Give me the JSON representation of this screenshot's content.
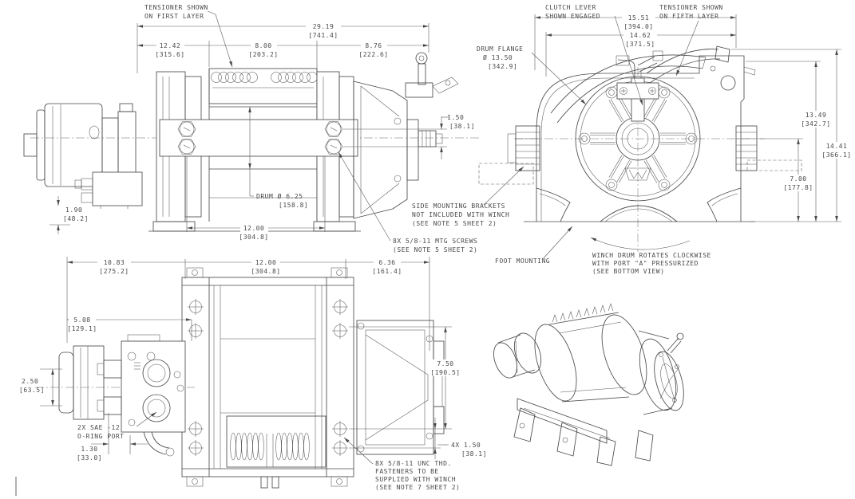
{
  "colors": {
    "line": "#4a4a4a",
    "background": "#ffffff"
  },
  "views": {
    "side": {
      "dims": {
        "overall": {
          "in": "29.19",
          "mm": "[741.4]"
        },
        "left_section": {
          "in": "12.42",
          "mm": "[315.6]"
        },
        "drum_section": {
          "in": "8.00",
          "mm": "[203.2]"
        },
        "right_section": {
          "in": "8.76",
          "mm": "[222.6]"
        },
        "screw_offset": {
          "in": "1.50",
          "mm": "[38.1]"
        },
        "drum_dia": {
          "label": "DRUM Ø 6.25",
          "mm": "[158.8]"
        },
        "mount_span": {
          "in": "12.00",
          "mm": "[304.8]"
        },
        "valve_drop": {
          "in": "1.90",
          "mm": "[48.2]"
        }
      },
      "labels": {
        "tensioner": {
          "line1": "TENSIONER SHOWN",
          "line2": "ON FIRST LAYER"
        },
        "mtg_screws": {
          "line1": "8X 5/8-11 MTG SCREWS",
          "line2": "(SEE NOTE 5 SHEET 2)"
        },
        "side_brackets": {
          "line1": "SIDE MOUNTING BRACKETS",
          "line2": "NOT INCLUDED WITH WINCH",
          "line3": "(SEE NOTE 5 SHEET 2)"
        }
      }
    },
    "front": {
      "dims": {
        "width_overall": {
          "in": "15.51",
          "mm": "[394.0]"
        },
        "width_body": {
          "in": "14.62",
          "mm": "[371.5]"
        },
        "height_body": {
          "in": "13.49",
          "mm": "[342.7]"
        },
        "height_overall": {
          "in": "14.41",
          "mm": "[366.1]"
        },
        "centerline_height": {
          "in": "7.00",
          "mm": "[177.8]"
        },
        "drum_flange": {
          "line1": "DRUM FLANGE",
          "line2": "Ø 13.50",
          "line3": "[342.9]"
        }
      },
      "labels": {
        "clutch_lever": {
          "line1": "CLUTCH LEVER",
          "line2": "SHOWN ENGAGED"
        },
        "tensioner": {
          "line1": "TENSIONER SHOWN",
          "line2": "ON FIFTH LAYER"
        },
        "foot_mounting": "FOOT MOUNTING",
        "rotation_note": {
          "line1": "WINCH DRUM ROTATES CLOCKWISE",
          "line2": "WITH PORT \"A\" PRESSURIZED",
          "line3": "(SEE BOTTOM VIEW)"
        }
      }
    },
    "plan": {
      "dims": {
        "motor_section": {
          "in": "10.83",
          "mm": "[275.2]"
        },
        "frame_width": {
          "in": "12.00",
          "mm": "[304.8]"
        },
        "clutch_section": {
          "in": "6.36",
          "mm": "[161.4]"
        },
        "valve_section": {
          "in": "5.08",
          "mm": "[129.1]"
        },
        "port_spacing": {
          "in": "2.50",
          "mm": "[63.5]"
        },
        "port_offset": {
          "in": "1.30",
          "mm": "[33.0]"
        },
        "hole_span": {
          "in": "7.50",
          "mm": "[190.5]"
        },
        "hole_pitch": {
          "in": "4X 1.50",
          "mm": "[38.1]"
        }
      },
      "labels": {
        "sae_port": {
          "line1": "2X SAE -12",
          "line2": "O-RING PORT"
        },
        "unc_note": {
          "line1": "8X 5/8-11 UNC THD.",
          "line2": "FASTENERS TO BE",
          "line3": "SUPPLIED WITH WINCH",
          "line4": "(SEE NOTE 7 SHEET 2)"
        }
      }
    }
  }
}
